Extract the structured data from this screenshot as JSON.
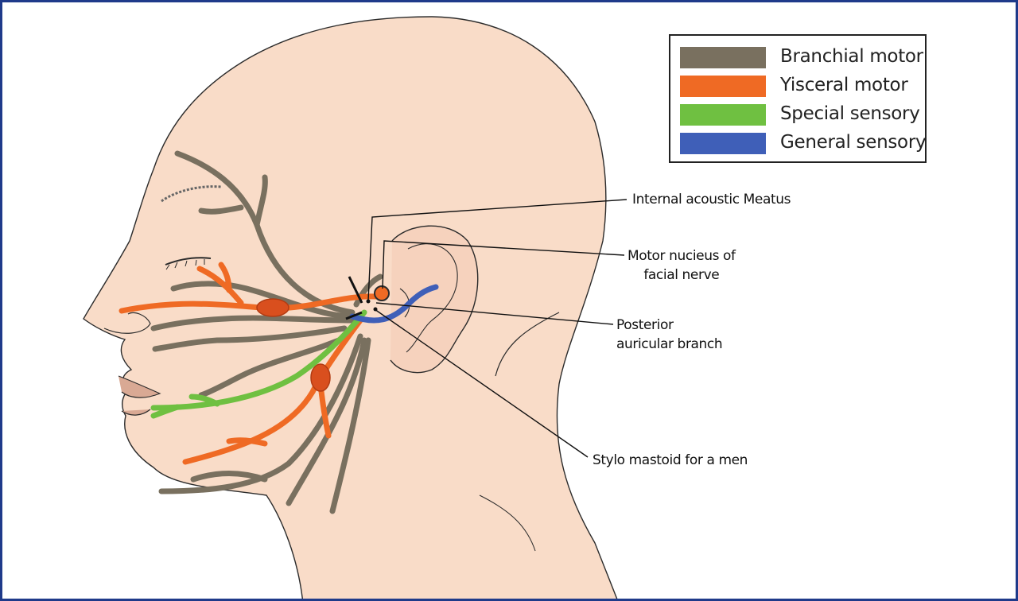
{
  "legend": {
    "items": [
      {
        "label": "Branchial motor",
        "color": "#79705f"
      },
      {
        "label": "Yisceral motor",
        "color": "#ef6a24"
      },
      {
        "label": "Special sensory",
        "color": "#6fc041"
      },
      {
        "label": "General sensory",
        "color": "#3f5fb8"
      }
    ]
  },
  "labels": {
    "internal_acoustic_meatus": "Internal acoustic Meatus",
    "motor_nucleus_line1": "Motor nucieus of",
    "motor_nucleus_line2": "facial nerve",
    "posterior_auricular_line1": "Posterior",
    "posterior_auricular_line2": "auricular branch",
    "stylomastoid": "Stylo mastoid for a men"
  },
  "colors": {
    "skin": "#f9dcc8",
    "outline": "#2b2b2b",
    "frame": "#1f3a8a"
  }
}
